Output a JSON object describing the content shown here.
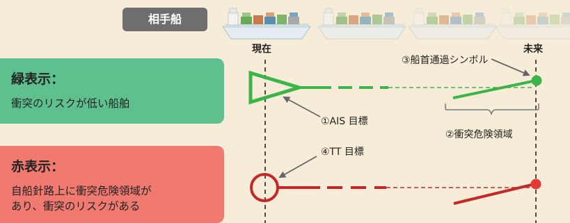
{
  "tag": {
    "label": "相手船"
  },
  "timeline": {
    "now_label": "現在",
    "future_label": "未来"
  },
  "green_panel": {
    "title": "緑表示：",
    "description": "衝突のリスクが低い船舶"
  },
  "red_panel": {
    "title": "赤表示：",
    "description": "自船針路上に衝突危険領域が\nあり、衝突のリスクがある"
  },
  "annotations": {
    "bow_symbol": "③船首通過シンボル",
    "ais_target": "①AIS 目標",
    "collision_zone": "②衝突危険領域",
    "tt_target": "④TT 目標"
  },
  "colors": {
    "green": "#3bb54a",
    "red": "#d42a2a",
    "background": "#f7ecd8",
    "tag": "#6e6e6e",
    "green_panel": "#5ec08f",
    "red_panel": "#f07a70"
  },
  "icons": [
    "ship-icon",
    "triangle-symbol",
    "circle-symbol",
    "arrow-icon"
  ]
}
